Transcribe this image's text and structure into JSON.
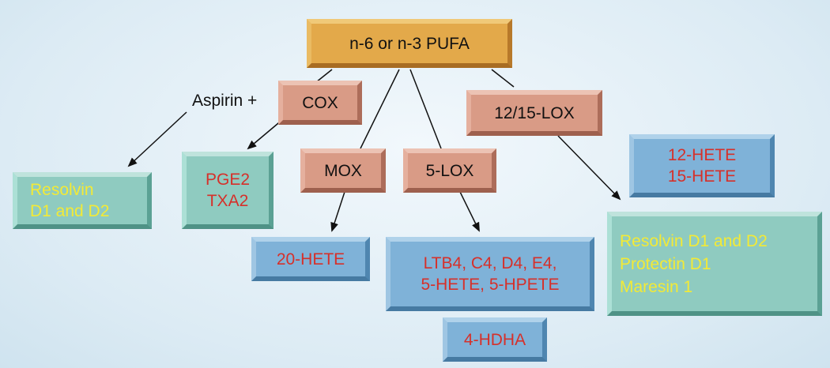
{
  "nodes": {
    "pufa": "n-6 or n-3 PUFA",
    "cox": "COX",
    "mox": "MOX",
    "lox5": "5-LOX",
    "lox1215": "12/15-LOX",
    "resolvin_d1d2": [
      "Resolvin",
      "D1 and D2"
    ],
    "pge2_txa2": [
      "PGE2",
      "TXA2"
    ],
    "hete20": "20-HETE",
    "ltb4": [
      "LTB4, C4, D4, E4,",
      "5-HETE, 5-HPETE"
    ],
    "hdha4": "4-HDHA",
    "hete12_15": [
      "12-HETE",
      "15-HETE"
    ],
    "resolvin_protectin_maresin": [
      "Resolvin D1 and D2",
      "Protectin D1",
      "Maresin 1"
    ]
  },
  "labels": {
    "aspirin": "Aspirin +"
  },
  "colors": {
    "enzyme_box": "#d99b86",
    "source_box": "#e3a94a",
    "product_blue": "#7fb2d8",
    "product_green": "#8fcbc0",
    "red_text": "#d6302a",
    "yellow_text": "#f3ea36"
  }
}
